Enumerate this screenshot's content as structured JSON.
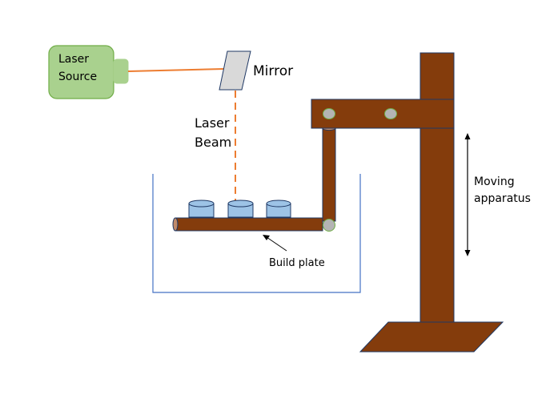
{
  "diagram": {
    "title": "Laser additive manufacturing setup",
    "labels": {
      "laser_source_line1": "Laser",
      "laser_source_line2": "Source",
      "mirror": "Mirror",
      "laser_beam_line1": "Laser",
      "laser_beam_line2": "Beam",
      "build_plate": "Build plate",
      "moving_apparatus_line1": "Moving",
      "moving_apparatus_line2": "apparatus"
    },
    "parts_on_plate": 3,
    "colors": {
      "laser_source_fill": "#a9d18e",
      "laser_source_stroke": "#70ad47",
      "beam": "#ed7d31",
      "mirror_fill": "#d9d9d9",
      "outline": "#1f3864",
      "wood": "#843c0c",
      "part_fill": "#9dc3e6",
      "joint_fill": "#b4b4b4",
      "tank": "#4472c4"
    }
  }
}
